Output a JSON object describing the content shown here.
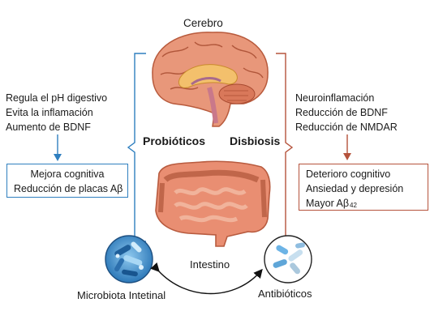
{
  "labels": {
    "brain": "Cerebro",
    "intestine": "Intestino",
    "microbiota": "Microbiota Intetinal",
    "antibiotics": "Antibióticos",
    "probiotics": "Probióticos",
    "dysbiosis": "Disbiosis"
  },
  "left": {
    "effects": [
      "Regula el pH digestivo",
      "Evita la inflamación",
      "Aumento de BDNF"
    ],
    "outcomes": [
      "Mejora cognitiva",
      "Reducción de placas Aβ"
    ]
  },
  "right": {
    "effects": [
      "Neuroinflamación",
      "Reducción de BDNF",
      "Reducción de NMDAR"
    ],
    "outcomes": [
      "Deterioro cognitivo",
      "Ansiedad y depresión",
      "Mayor Aβ"
    ],
    "outcome_subscript": "42"
  },
  "colors": {
    "left_accent": "#2f7fbf",
    "right_accent": "#b5533c",
    "brain": "#e3926f",
    "intestine": "#e58a6d",
    "microbiota": "#3d8fd0"
  },
  "icons": {
    "brain": "brain-icon",
    "intestine": "intestine-icon",
    "microbiota": "bacteria-icon",
    "antibiotics": "pills-icon"
  }
}
